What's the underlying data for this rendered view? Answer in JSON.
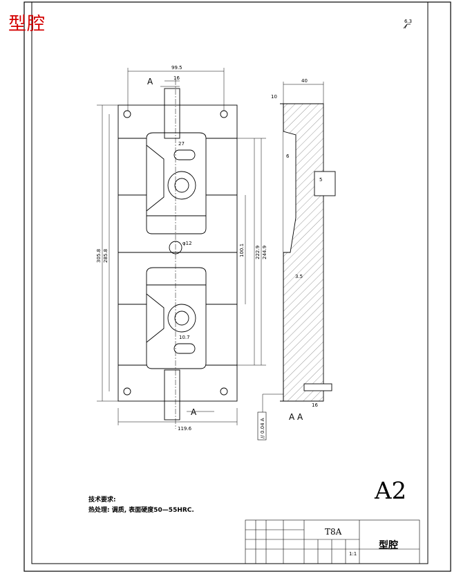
{
  "drawing": {
    "corner_title": "型腔",
    "sheet_size": "A2",
    "section_label": "A",
    "section_view_label": "A  A",
    "roughness": "6.3",
    "notes": {
      "heading": "技术要求:",
      "heat_treatment": "热处理: 调质, 表面硬度50—55HRC."
    },
    "dimensions": {
      "top_width": "99.5",
      "gate": "16",
      "slot": "27",
      "bottom_width": "119.6",
      "overall_height": "305.8",
      "height_2": "285.8",
      "height_3": "244.9",
      "height_4": "222.9",
      "height_5": "100.1",
      "depth": "40",
      "depth_2": "10",
      "small_1": "10.7",
      "side_16": "16",
      "side_5": "5",
      "side_6": "6",
      "side_3_5": "3.5",
      "dia": "φ12"
    },
    "flatness": "// 0.04  A"
  },
  "title_block": {
    "code": "T8A",
    "part_name": "型腔",
    "scale": "1:1"
  }
}
